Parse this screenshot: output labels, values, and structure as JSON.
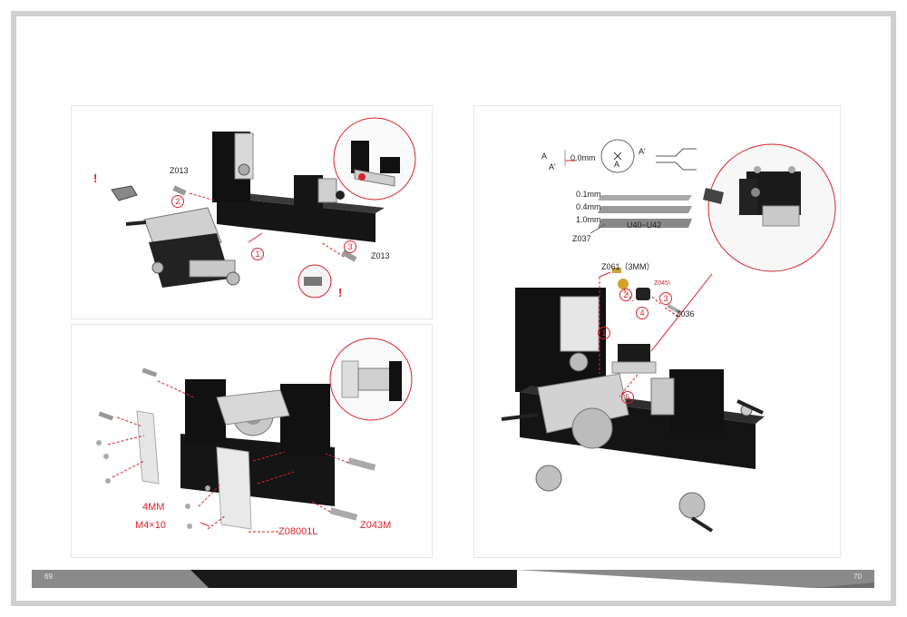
{
  "page": {
    "left_number": "69",
    "right_number": "70"
  },
  "top_left": {
    "labels": {
      "z013_a": "Z013",
      "z013_b": "Z013"
    },
    "steps": {
      "s1": "1",
      "s2": "2",
      "s3": "3"
    },
    "warn": "!"
  },
  "bottom_left": {
    "labels": {
      "mm4": "4MM",
      "m4x10": "M4×10",
      "z08001l": "Z08001L",
      "z043m": "Z043M"
    }
  },
  "right": {
    "spec": {
      "a1": "A",
      "a2": "A'",
      "a3": "A",
      "a4": "A'",
      "offset": "0.0mm"
    },
    "shims": {
      "t1": "0.1mm",
      "t2": "0.4mm",
      "t3": "1.0mm",
      "part": "U40~U42",
      "code": "Z037"
    },
    "labels": {
      "z061": "Z061（3MM）",
      "z045": "Z045\\",
      "z036": "Z036"
    },
    "steps": {
      "s1": "1",
      "s2": "2",
      "s3": "3",
      "s4": "4",
      "s5": "5"
    }
  },
  "colors": {
    "accent": "#d8232a",
    "footer_dark": "#1a1a1a",
    "footer_gray": "#8a8a8a",
    "frame": "#cfcfcf"
  }
}
